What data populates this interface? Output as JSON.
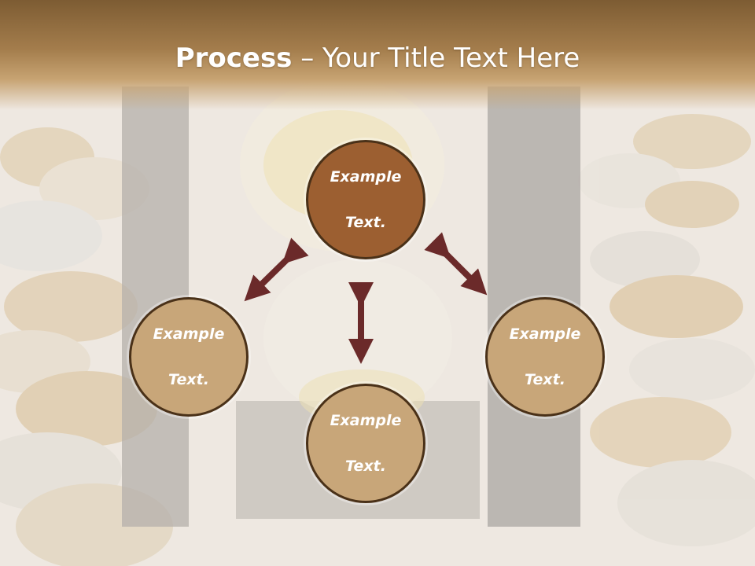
{
  "title": {
    "bold": "Process",
    "rest": " – Your Title Text Here"
  },
  "nodes": {
    "top": {
      "line1": "Example",
      "line2": "Text."
    },
    "left": {
      "line1": "Example",
      "line2": "Text."
    },
    "right": {
      "line1": "Example",
      "line2": "Text."
    },
    "bottom": {
      "line1": "Example",
      "line2": "Text."
    }
  },
  "colors": {
    "title_bar": "#8a6438",
    "accent_node": "#9c5f31",
    "node_fill": "#c8a679",
    "node_border": "#4a3118",
    "arrow": "#6b2a2a"
  }
}
